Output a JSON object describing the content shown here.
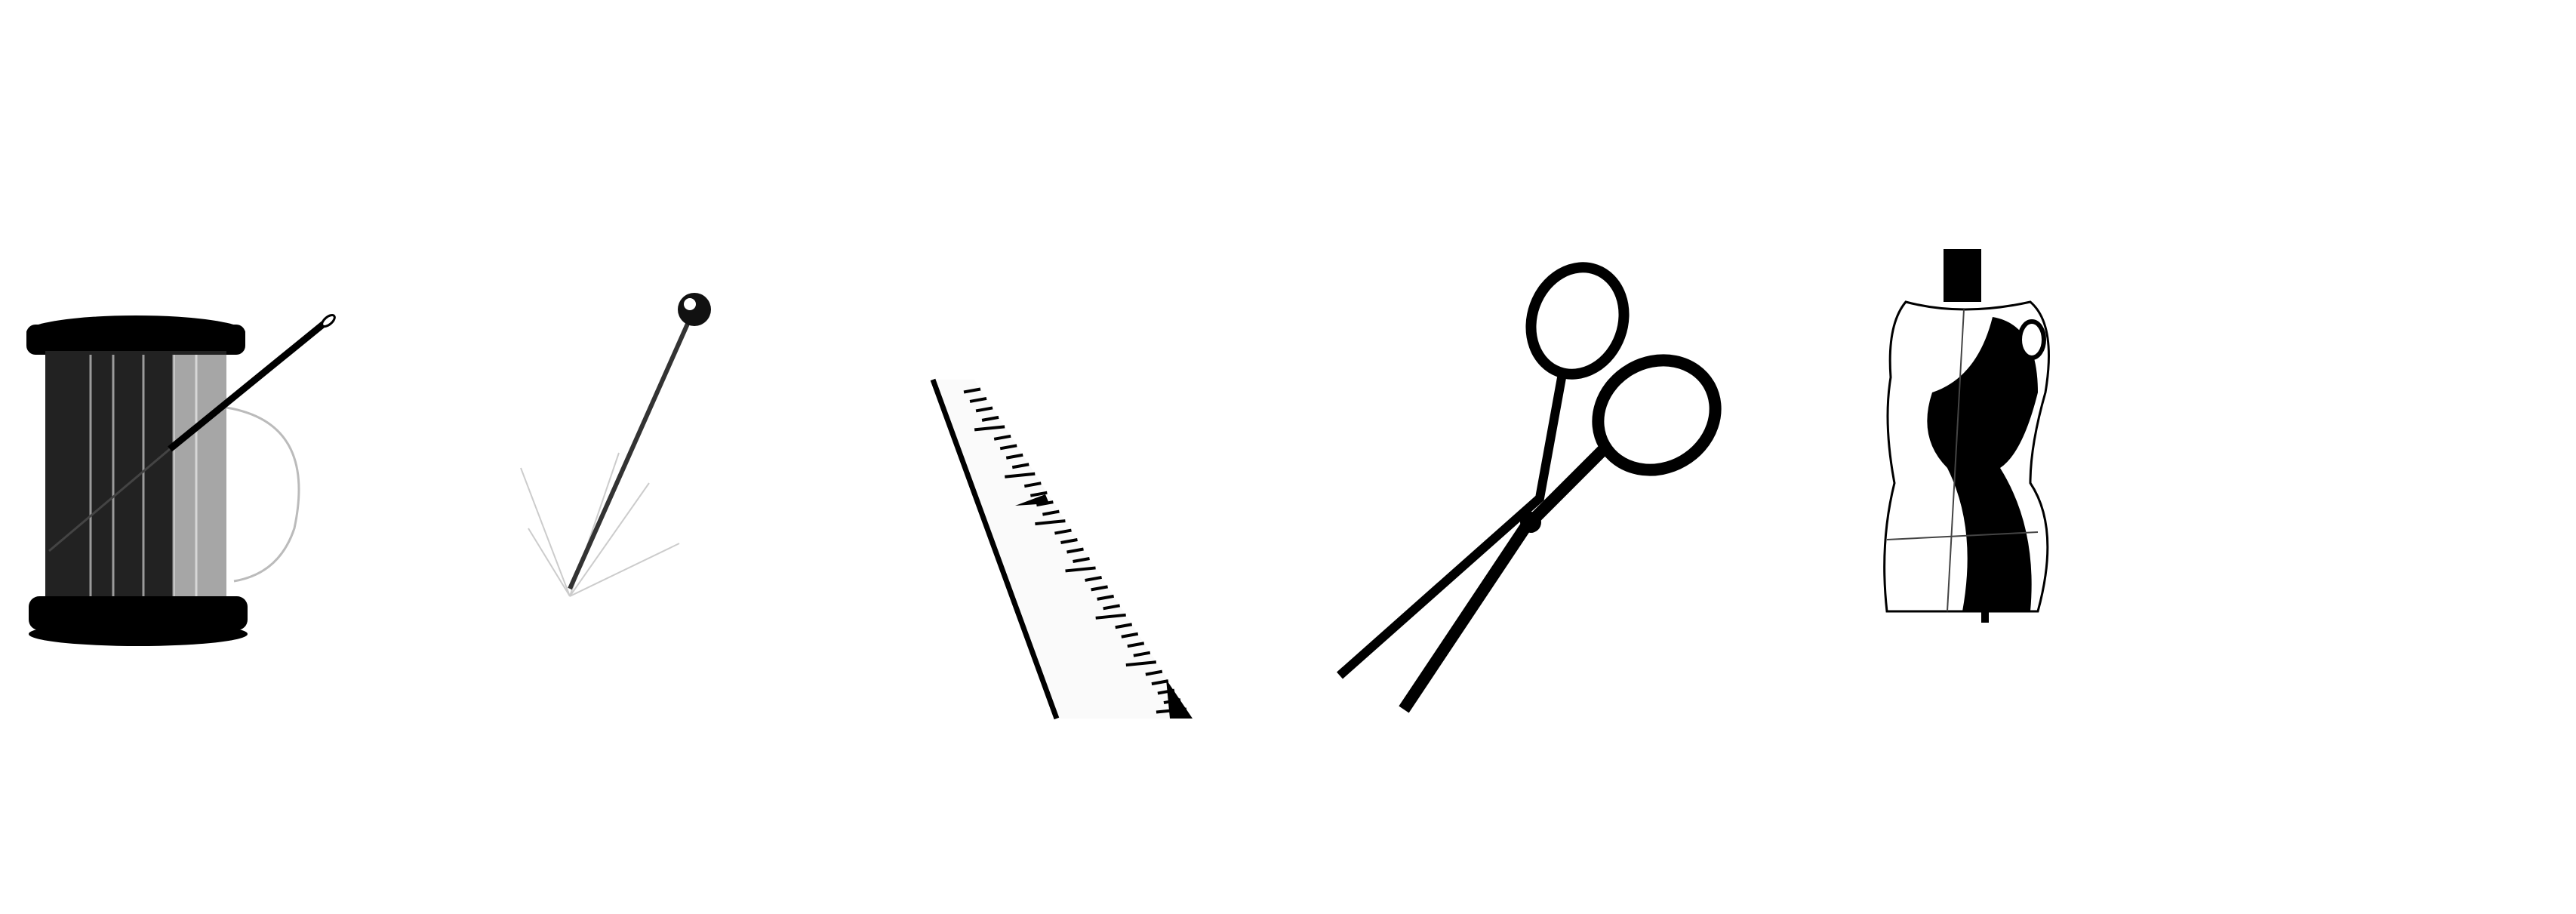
{
  "scene": {
    "background": "#ffffff",
    "ink": "#000000",
    "objects": [
      {
        "name": "thread-spool-with-needle",
        "icon": "spool-icon"
      },
      {
        "name": "pin",
        "icon": "pin-icon"
      },
      {
        "name": "ruler",
        "icon": "ruler-icon"
      },
      {
        "name": "scissors",
        "icon": "scissors-icon"
      },
      {
        "name": "dress-form",
        "icon": "dress-form-icon"
      }
    ]
  }
}
